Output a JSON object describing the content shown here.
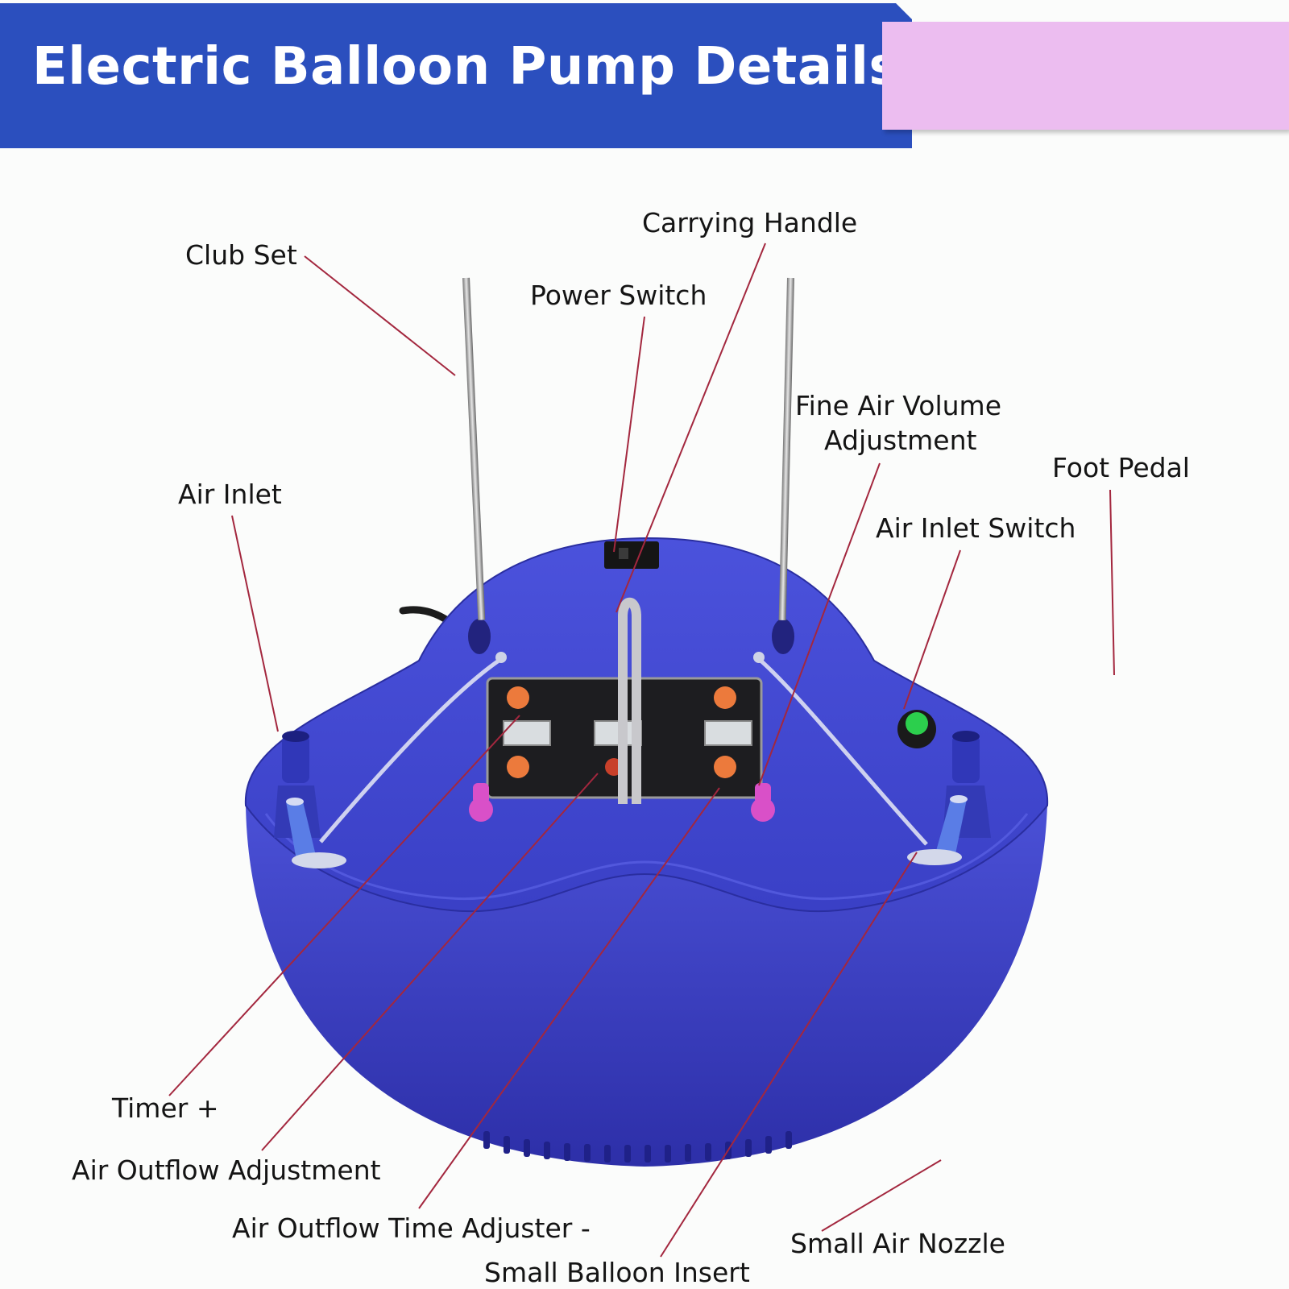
{
  "title": "Electric Balloon Pump Details",
  "colors": {
    "title_bar": "#2b4fbe",
    "accent_band": "#ecbdf0",
    "pump_body": "#3b3fc4",
    "leader_line": "#a3273e"
  },
  "labels": {
    "club_set": "Club Set",
    "carrying_handle": "Carrying Handle",
    "power_switch": "Power Switch",
    "fine_air_volume_line1": "Fine Air Volume",
    "fine_air_volume_line2": "Adjustment",
    "foot_pedal": "Foot Pedal",
    "air_inlet": "Air Inlet",
    "air_inlet_switch": "Air Inlet Switch",
    "timer_plus": "Timer +",
    "air_outflow_adjustment": "Air Outflow Adjustment",
    "air_outflow_time_adjuster": "Air Outflow Time Adjuster -",
    "small_air_nozzle": "Small Air Nozzle",
    "small_balloon_insert": "Small Balloon Insert"
  }
}
